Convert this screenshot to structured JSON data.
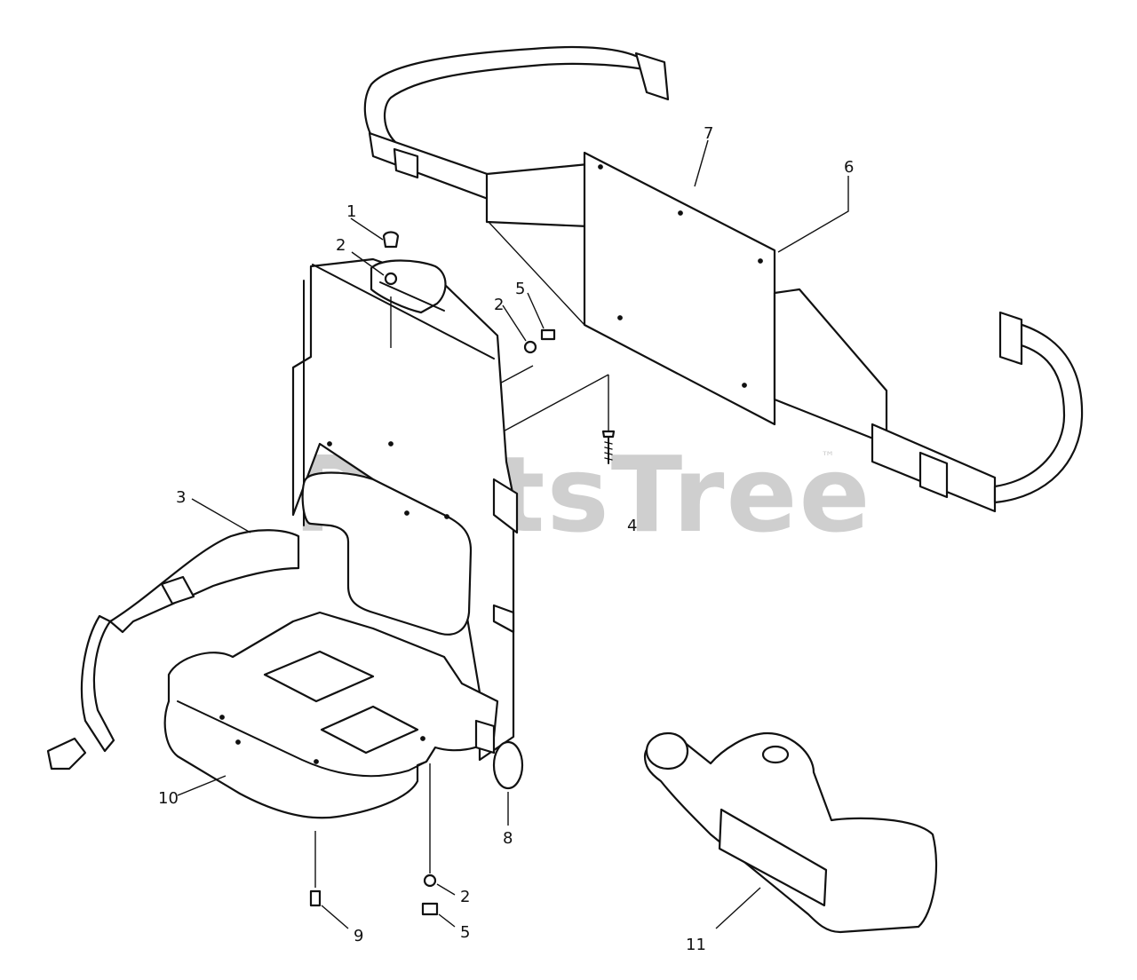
{
  "watermark": {
    "text": "PartsTree",
    "trademark": "™"
  },
  "callouts": [
    {
      "id": "c1",
      "label": "1"
    },
    {
      "id": "c2a",
      "label": "2"
    },
    {
      "id": "c5a",
      "label": "5"
    },
    {
      "id": "c2b",
      "label": "2"
    },
    {
      "id": "c7",
      "label": "7"
    },
    {
      "id": "c6",
      "label": "6"
    },
    {
      "id": "c3",
      "label": "3"
    },
    {
      "id": "c4",
      "label": "4"
    },
    {
      "id": "c10",
      "label": "10"
    },
    {
      "id": "c8",
      "label": "8"
    },
    {
      "id": "c2c",
      "label": "2"
    },
    {
      "id": "c5b",
      "label": "5"
    },
    {
      "id": "c9",
      "label": "9"
    },
    {
      "id": "c11",
      "label": "11"
    }
  ]
}
